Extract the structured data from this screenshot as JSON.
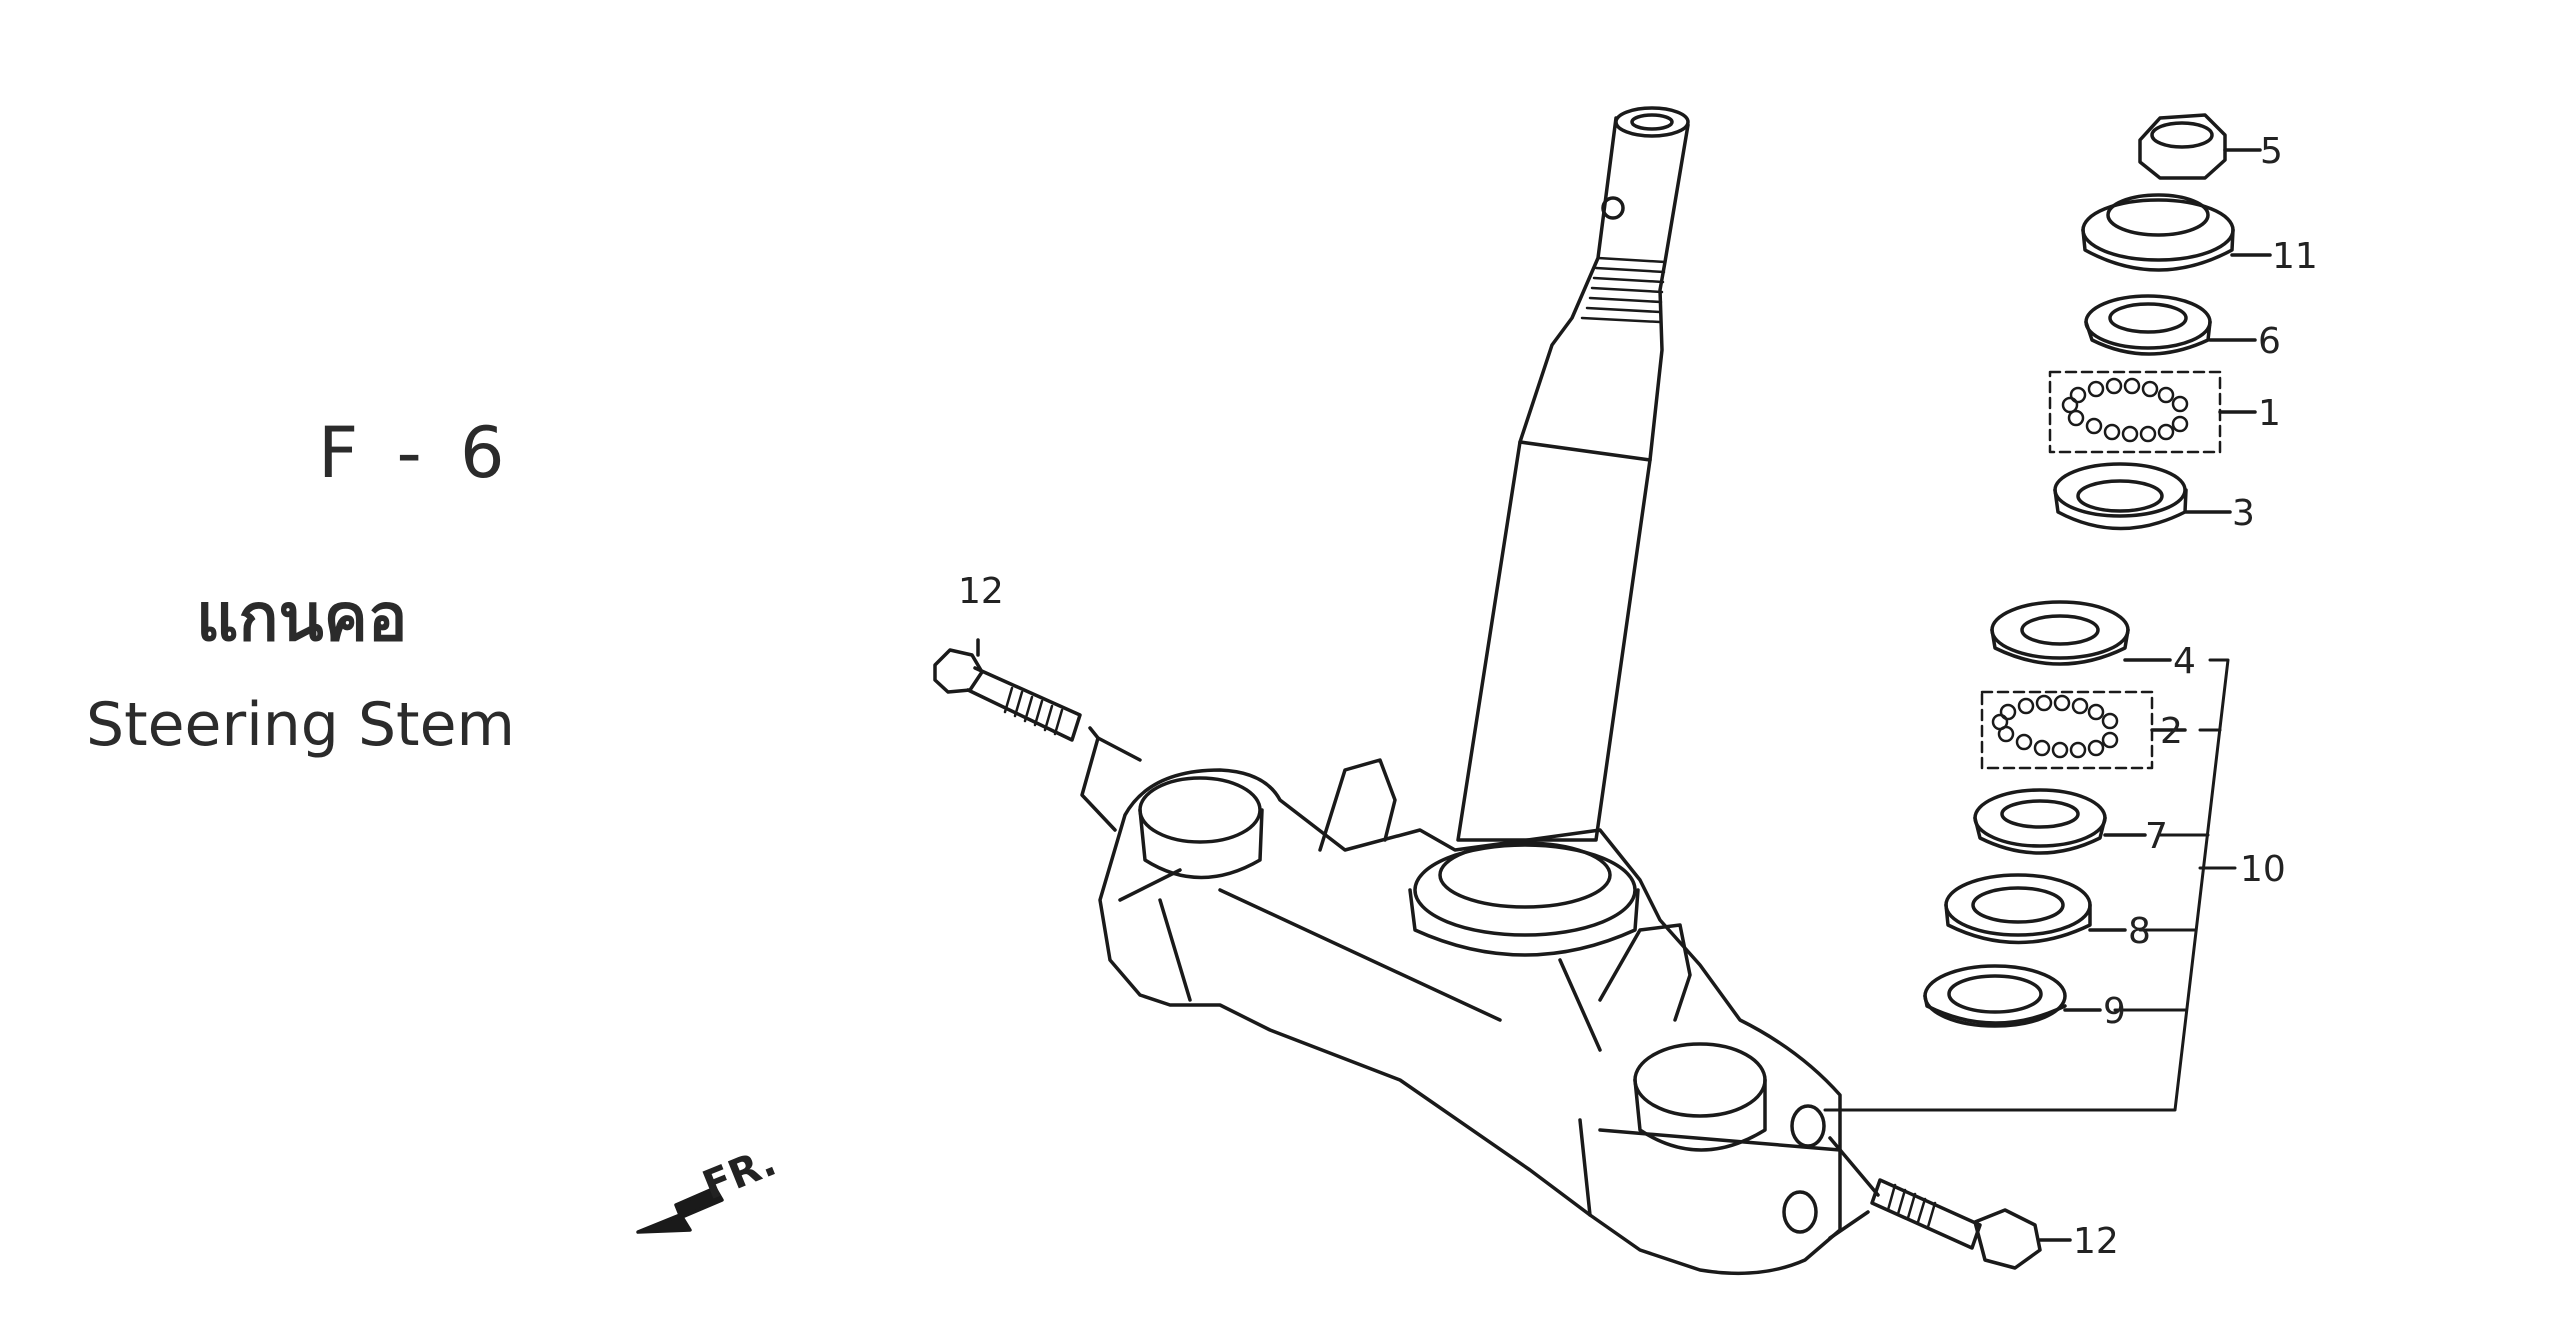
{
  "header": {
    "section_code": "F - 6",
    "title_th": "แกนคอ",
    "title_en": "Steering Stem"
  },
  "diagram": {
    "front_indicator": "FR.",
    "callouts": [
      "5",
      "11",
      "6",
      "1",
      "3",
      "4",
      "2",
      "7",
      "8",
      "9",
      "10",
      "12",
      "12"
    ]
  }
}
